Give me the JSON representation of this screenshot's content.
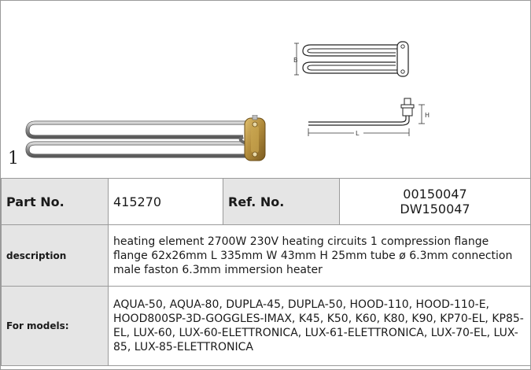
{
  "figure": {
    "number": "1",
    "dimension_labels": {
      "b": "B",
      "h": "H",
      "l": "L"
    }
  },
  "table": {
    "part_no_label": "Part No.",
    "part_no_value": "415270",
    "ref_no_label": "Ref. No.",
    "ref_no_values": [
      "00150047",
      "DW150047"
    ],
    "description_label": "description",
    "description_value": "heating element  2700W 230V heating circuits 1 compression flange flange 62x26mm L 335mm W 43mm H 25mm tube ø 6.3mm connection male faston 6.3mm immersion heater",
    "models_label": "For models:",
    "models_value": "AQUA-50, AQUA-80, DUPLA-45, DUPLA-50, HOOD-110, HOOD-110-E, HOOD800SP-3D-GOGGLES-IMAX, K45, K50, K60, K80, K90, KP70-EL, KP85-EL, LUX-60, LUX-60-ELETTRONICA, LUX-61-ELETTRONICA, LUX-70-EL, LUX-85, LUX-85-ELETTRONICA"
  },
  "colors": {
    "label_background": "#e5e5e5",
    "border": "#9a9a9a"
  }
}
